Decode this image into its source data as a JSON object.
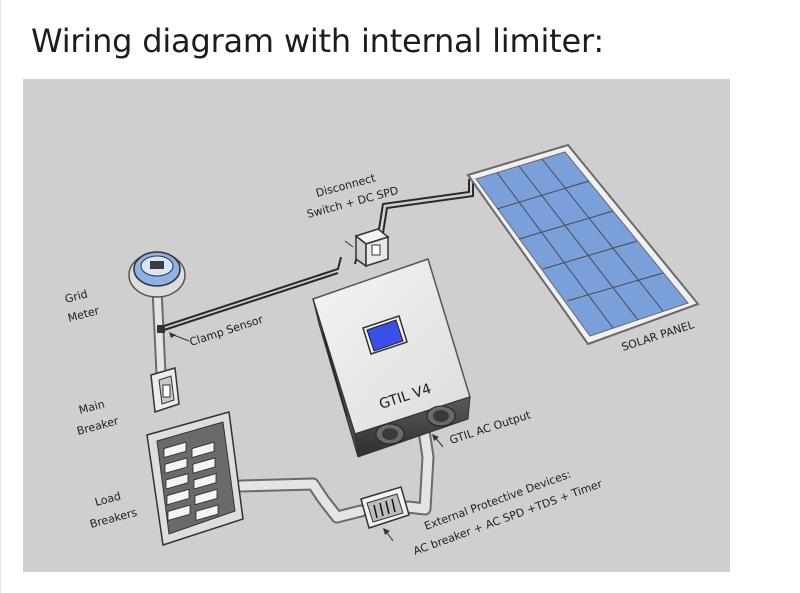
{
  "page": {
    "title": "Wiring diagram with internal limiter:"
  },
  "diagram": {
    "labels": {
      "disconnect_line1": "Disconnect",
      "disconnect_line2": "Switch + DC SPD",
      "grid_meter_line1": "Grid",
      "grid_meter_line2": "Meter",
      "clamp_sensor": "Clamp Sensor",
      "main_breaker_line1": "Main",
      "main_breaker_line2": "Breaker",
      "load_breakers_line1": "Load",
      "load_breakers_line2": "Breakers",
      "inverter_name": "GTIL V4",
      "ac_output": "GTIL AC Output",
      "solar_panel": "SOLAR PANEL",
      "protective_line1": "External Protective Devices:",
      "protective_line2": "AC breaker + AC SPD +TDS + Timer"
    },
    "colors": {
      "background": "#cfcfcf",
      "panel_cell": "#6f95d6",
      "display": "#3a4fe6",
      "wire": "#2a2a2a"
    }
  }
}
